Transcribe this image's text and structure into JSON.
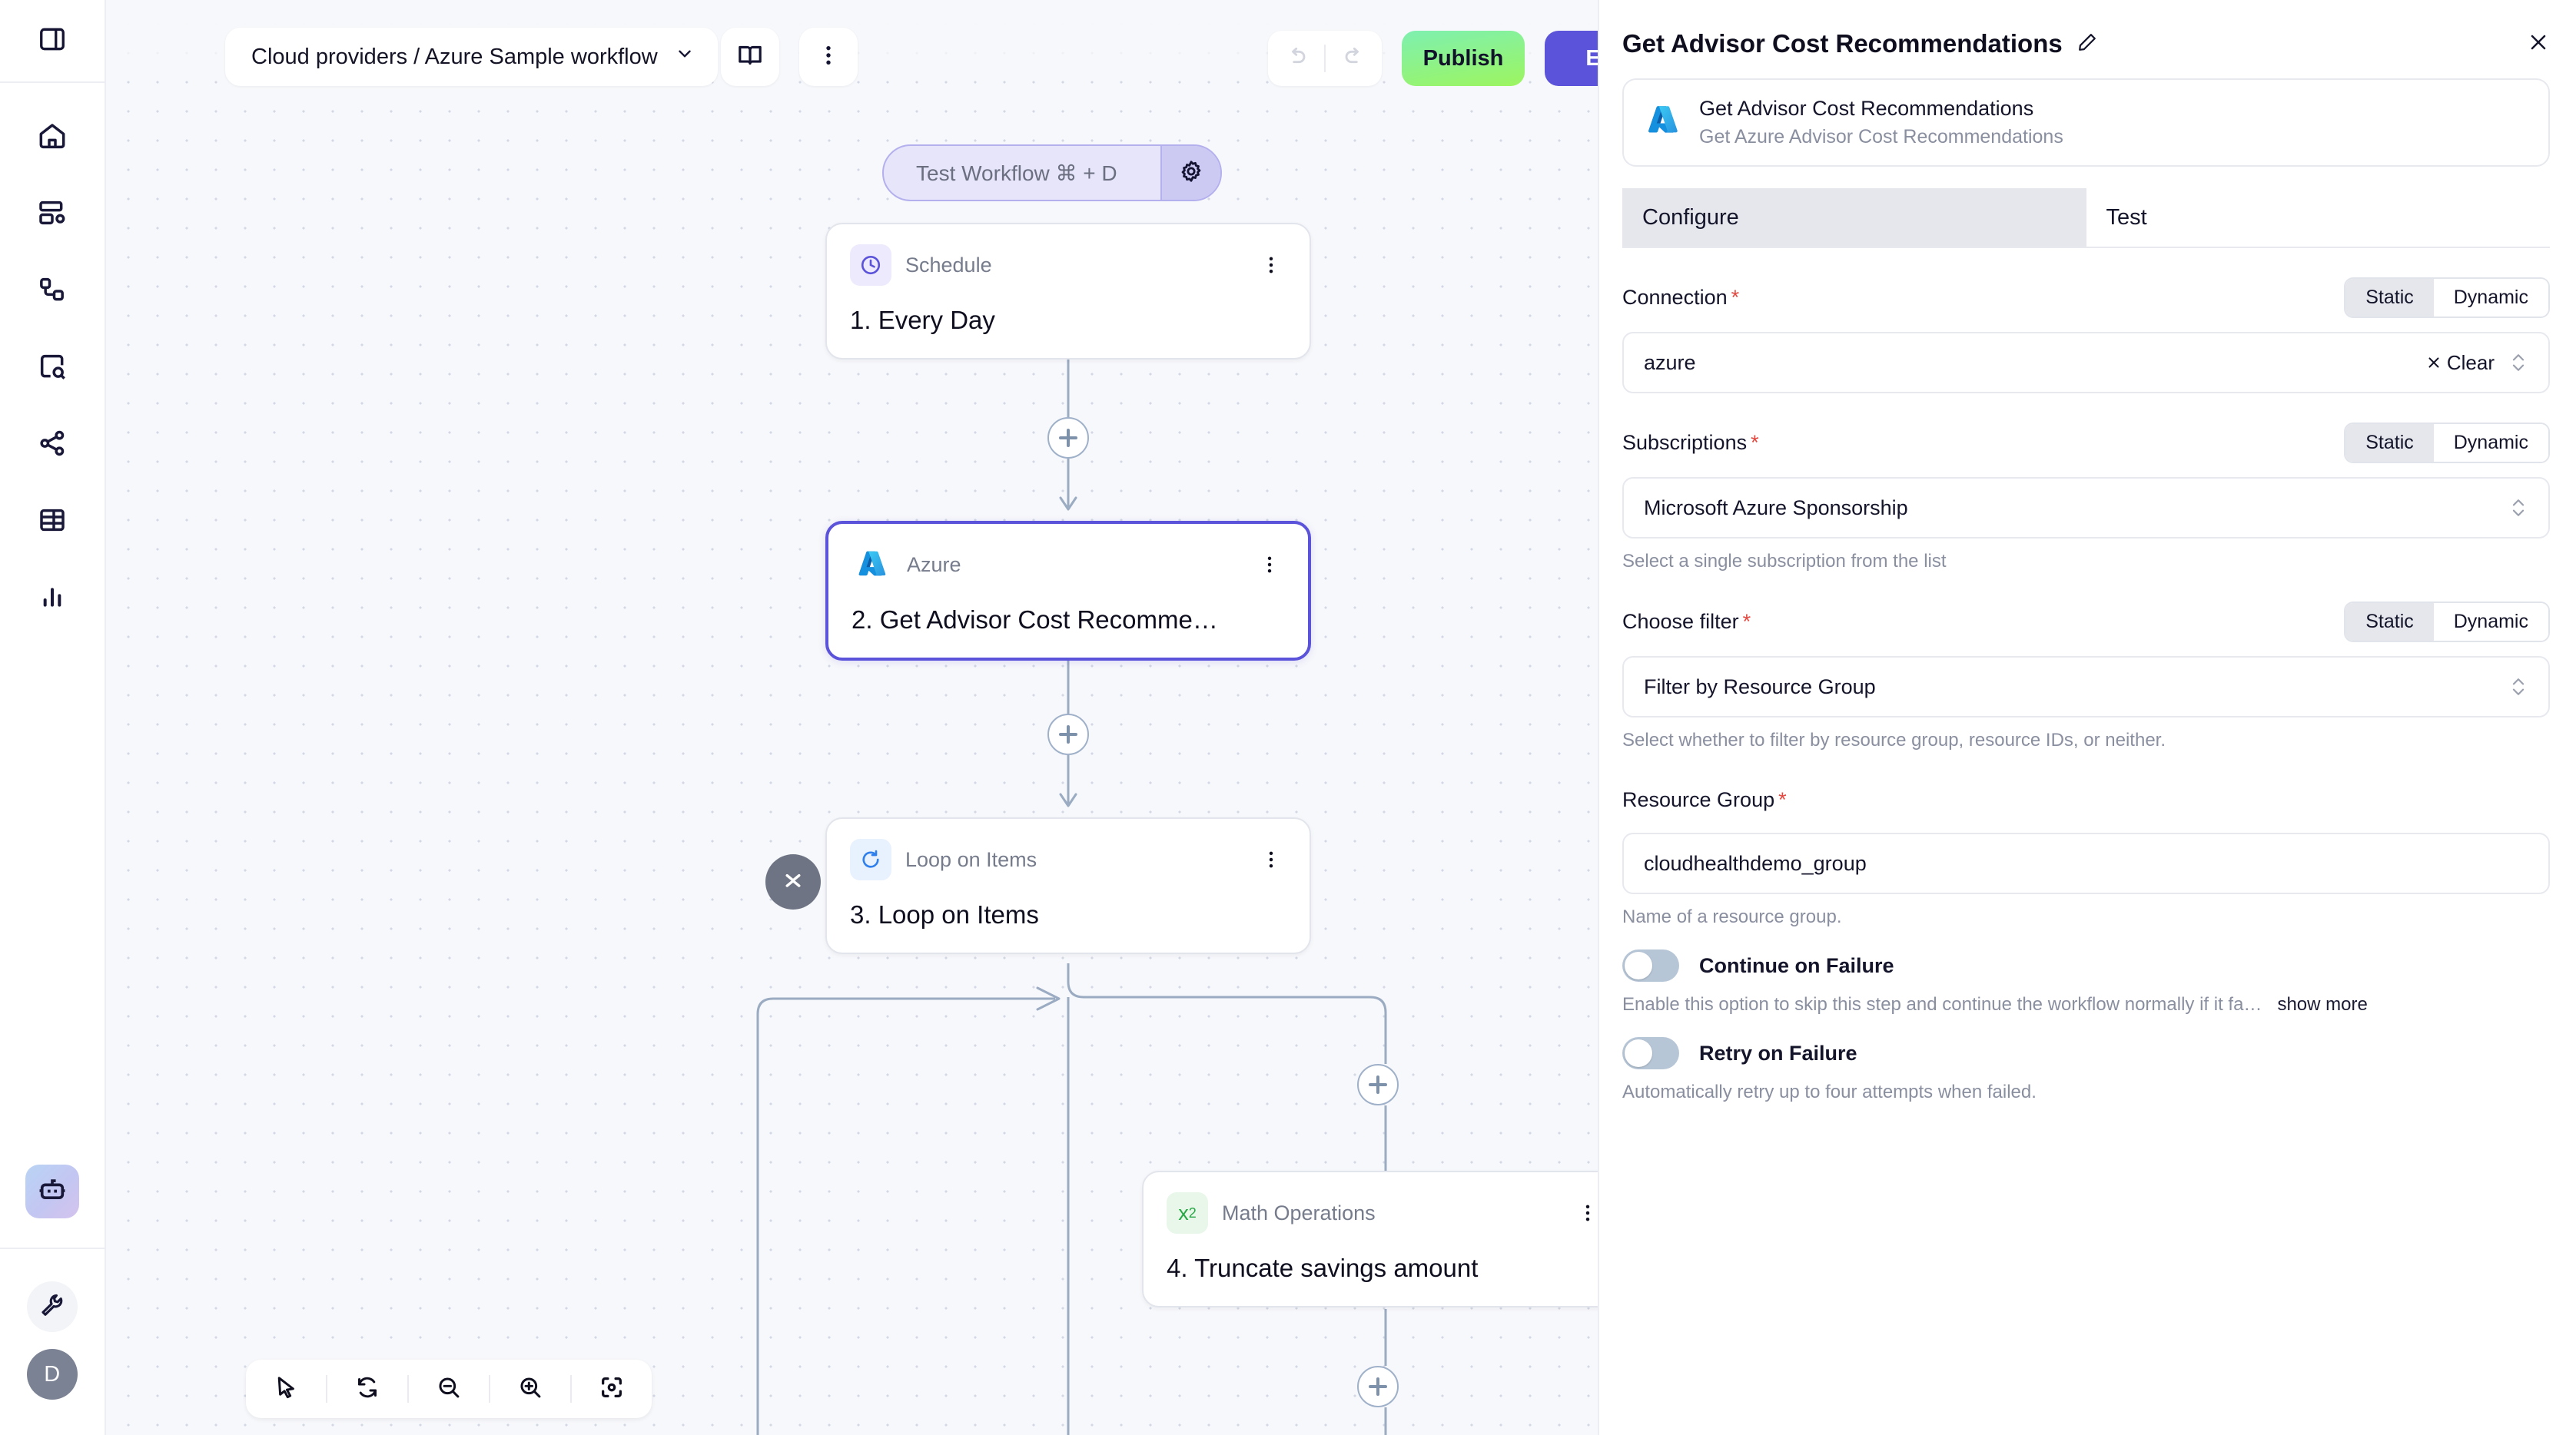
{
  "sidebar": {
    "panel_toggle": "panel-toggle-icon",
    "items": [
      {
        "name": "home",
        "label": "Home"
      },
      {
        "name": "dashboard",
        "label": "Dashboard"
      },
      {
        "name": "workflows",
        "label": "Workflows"
      },
      {
        "name": "explore",
        "label": "Explore"
      },
      {
        "name": "integrations",
        "label": "Integrations"
      },
      {
        "name": "tables",
        "label": "Tables"
      },
      {
        "name": "analytics",
        "label": "Analytics"
      }
    ],
    "agent": "agent-robot-icon",
    "tools": "wrench-icon",
    "avatar_initial": "D"
  },
  "topbar": {
    "breadcrumb": "Cloud providers / Azure Sample workflow",
    "chevron": "chevron-down-icon",
    "book_icon": "book-icon",
    "kebab_icon": "kebab-menu-icon",
    "undo_icon": "undo-icon",
    "redo_icon": "redo-icon",
    "publish_label": "Publish",
    "exit_label": "Exit",
    "publish_color": "#9df55f",
    "exit_color": "#5b53d9"
  },
  "canvas": {
    "test_pill": {
      "label": "Test Workflow ⌘ + D",
      "gear_icon": "gear-icon"
    },
    "nodes": [
      {
        "id": "schedule",
        "type": "Schedule",
        "title": "1. Every Day",
        "icon": "clock-icon",
        "selected": false
      },
      {
        "id": "azure",
        "type": "Azure",
        "title": "2. Get Advisor Cost Recomme…",
        "icon": "azure-logo-icon",
        "selected": true
      },
      {
        "id": "loop",
        "type": "Loop on Items",
        "title": "3. Loop on Items",
        "icon": "loop-refresh-icon",
        "selected": false
      },
      {
        "id": "math",
        "type": "Math Operations",
        "title": "4. Truncate savings amount",
        "icon": "x-squared-icon",
        "selected": false
      }
    ],
    "collapse_icon": "collapse-chevrons-icon",
    "add_label": "+",
    "tools": [
      {
        "name": "pointer-tool",
        "icon": "cursor-arrow-icon"
      },
      {
        "name": "reset-tool",
        "icon": "refresh-icon"
      },
      {
        "name": "zoom-out-tool",
        "icon": "zoom-out-icon"
      },
      {
        "name": "zoom-in-tool",
        "icon": "zoom-in-icon"
      },
      {
        "name": "fit-view-tool",
        "icon": "focus-frame-icon"
      }
    ]
  },
  "panel": {
    "title": "Get Advisor Cost Recommendations",
    "edit_icon": "pencil-icon",
    "close_icon": "close-icon",
    "card": {
      "icon": "azure-logo-icon",
      "title": "Get Advisor Cost Recommendations",
      "subtitle": "Get Azure Advisor Cost Recommendations"
    },
    "tabs": [
      {
        "label": "Configure",
        "active": true
      },
      {
        "label": "Test",
        "active": false
      }
    ],
    "segment_options": {
      "static": "Static",
      "dynamic": "Dynamic"
    },
    "fields": [
      {
        "label": "Connection",
        "required": "*",
        "mode": "Static",
        "value": "azure",
        "clear_label": "Clear",
        "hint": ""
      },
      {
        "label": "Subscriptions",
        "required": "*",
        "mode": "Static",
        "value": "Microsoft Azure Sponsorship",
        "hint": "Select a single subscription from the list"
      },
      {
        "label": "Choose filter",
        "required": "*",
        "mode": "Static",
        "value": "Filter by Resource Group",
        "hint": "Select whether to filter by resource group, resource IDs, or neither."
      },
      {
        "label": "Resource Group",
        "required": "*",
        "value": "cloudhealthdemo_group",
        "hint": "Name of a resource group."
      }
    ],
    "toggles": [
      {
        "label": "Continue on Failure",
        "on": false,
        "hint": "Enable this option to skip this step and continue the workflow normally if it fa…",
        "show_more": "show more"
      },
      {
        "label": "Retry on Failure",
        "on": false,
        "hint": "Automatically retry up to four attempts when failed.",
        "show_more": ""
      }
    ]
  }
}
